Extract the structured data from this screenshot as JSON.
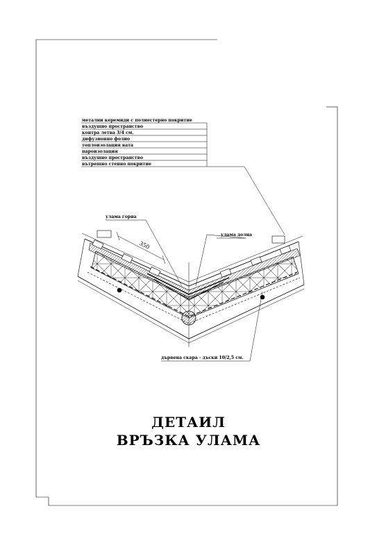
{
  "legend": {
    "items": [
      "метални керемиди с полиестерно покритие",
      "въздушно пространство",
      "контра летва 3/4 см.",
      "дифузионно фолио",
      "топлоизолация вата",
      "пароизолация",
      "въздушно пространство",
      "вътрешно стенно покритие"
    ]
  },
  "callouts": {
    "top_sheet": "улама горна",
    "bottom_sheet": "улама долна",
    "boarding": "дървена скара - дъски 10/2,5 см."
  },
  "dimension": "350",
  "title": {
    "line1": "ДЕТАИЛ",
    "line2": "ВРЪЗКА  УЛАМА"
  },
  "colors": {
    "ink": "#000000",
    "paper": "#ffffff"
  }
}
